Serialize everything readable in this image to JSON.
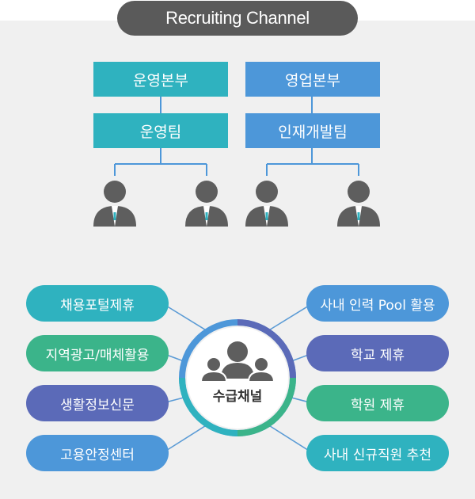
{
  "header": {
    "title": "Recruiting Channel"
  },
  "org": {
    "left_dept": "운영본부",
    "left_team": "운영팀",
    "right_dept": "영업본부",
    "right_team": "인재개발팀"
  },
  "hub": {
    "label": "수급채널"
  },
  "channels_left": [
    "채용포털제휴",
    "지역광고/매체활용",
    "생활정보신문",
    "고용안정센터"
  ],
  "channels_right": [
    "사내 인력 Pool 활용",
    "학교 제휴",
    "학원 제휴",
    "사내 신규직원 추천"
  ],
  "colors": {
    "teal": "#2fb2bf",
    "blue": "#4d97d9",
    "green": "#3bb48a",
    "indigo": "#5b6ab8",
    "dark": "#5a5a5a"
  }
}
